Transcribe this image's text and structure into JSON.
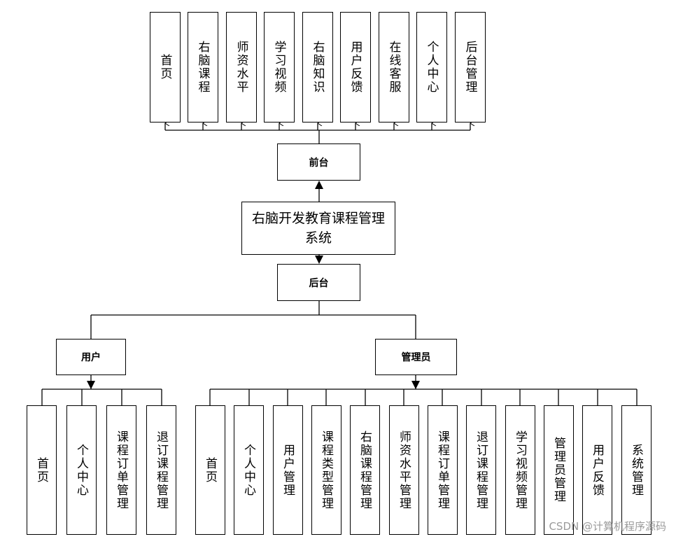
{
  "diagram": {
    "root": "右脑开发教育课程管理系统",
    "frontend": {
      "label": "前台",
      "children": [
        "首页",
        "右脑课程",
        "师资水平",
        "学习视频",
        "右脑知识",
        "用户反馈",
        "在线客服",
        "个人中心",
        "后台管理"
      ]
    },
    "backend": {
      "label": "后台",
      "user": {
        "label": "用户",
        "children": [
          "首页",
          "个人中心",
          "课程订单管理",
          "退订课程管理"
        ]
      },
      "admin": {
        "label": "管理员",
        "children": [
          "首页",
          "个人中心",
          "用户管理",
          "课程类型管理",
          "右脑课程管理",
          "师资水平管理",
          "课程订单管理",
          "退订课程管理",
          "学习视频管理",
          "管理员管理",
          "用户反馈",
          "系统管理"
        ]
      }
    }
  },
  "watermark": "CSDN @计算机程序源码"
}
